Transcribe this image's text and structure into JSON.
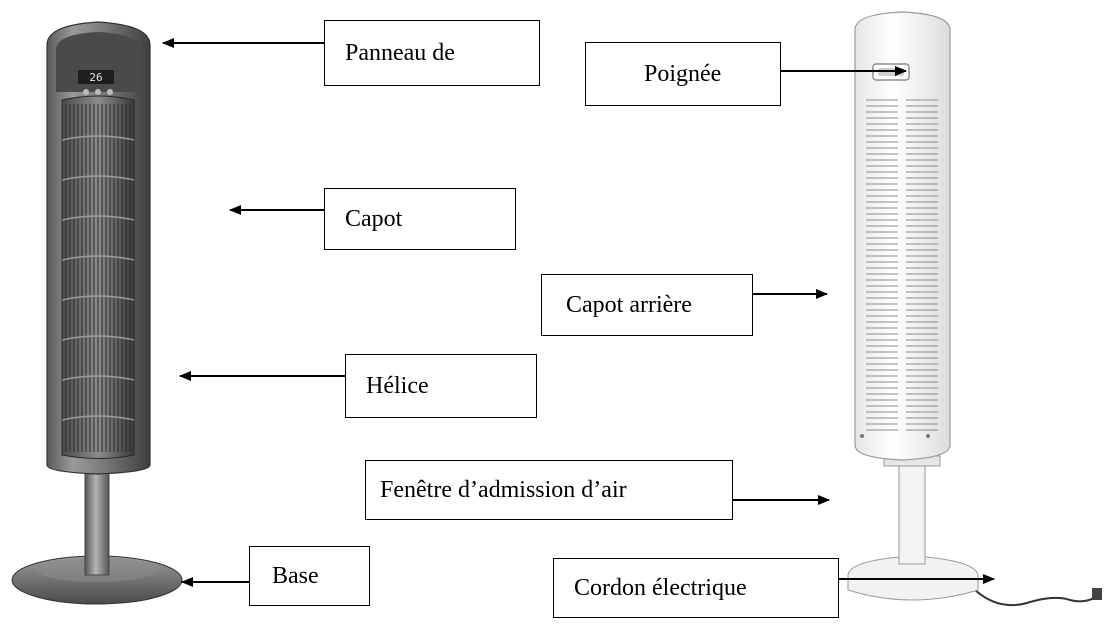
{
  "labels": {
    "panneau": "Panneau de",
    "capot": "Capot",
    "helice": "Hélice",
    "base": "Base",
    "poignee": "Poignée",
    "capot_arriere": "Capot arrière",
    "fenetre": "Fenêtre d’admission d’air",
    "cordon": "Cordon électrique"
  },
  "display_readout": "26",
  "colors": {
    "front_body": "#6f6f6f",
    "front_dark": "#3a3a3a",
    "rear_body": "#f4f4f4",
    "outline": "#000000"
  }
}
